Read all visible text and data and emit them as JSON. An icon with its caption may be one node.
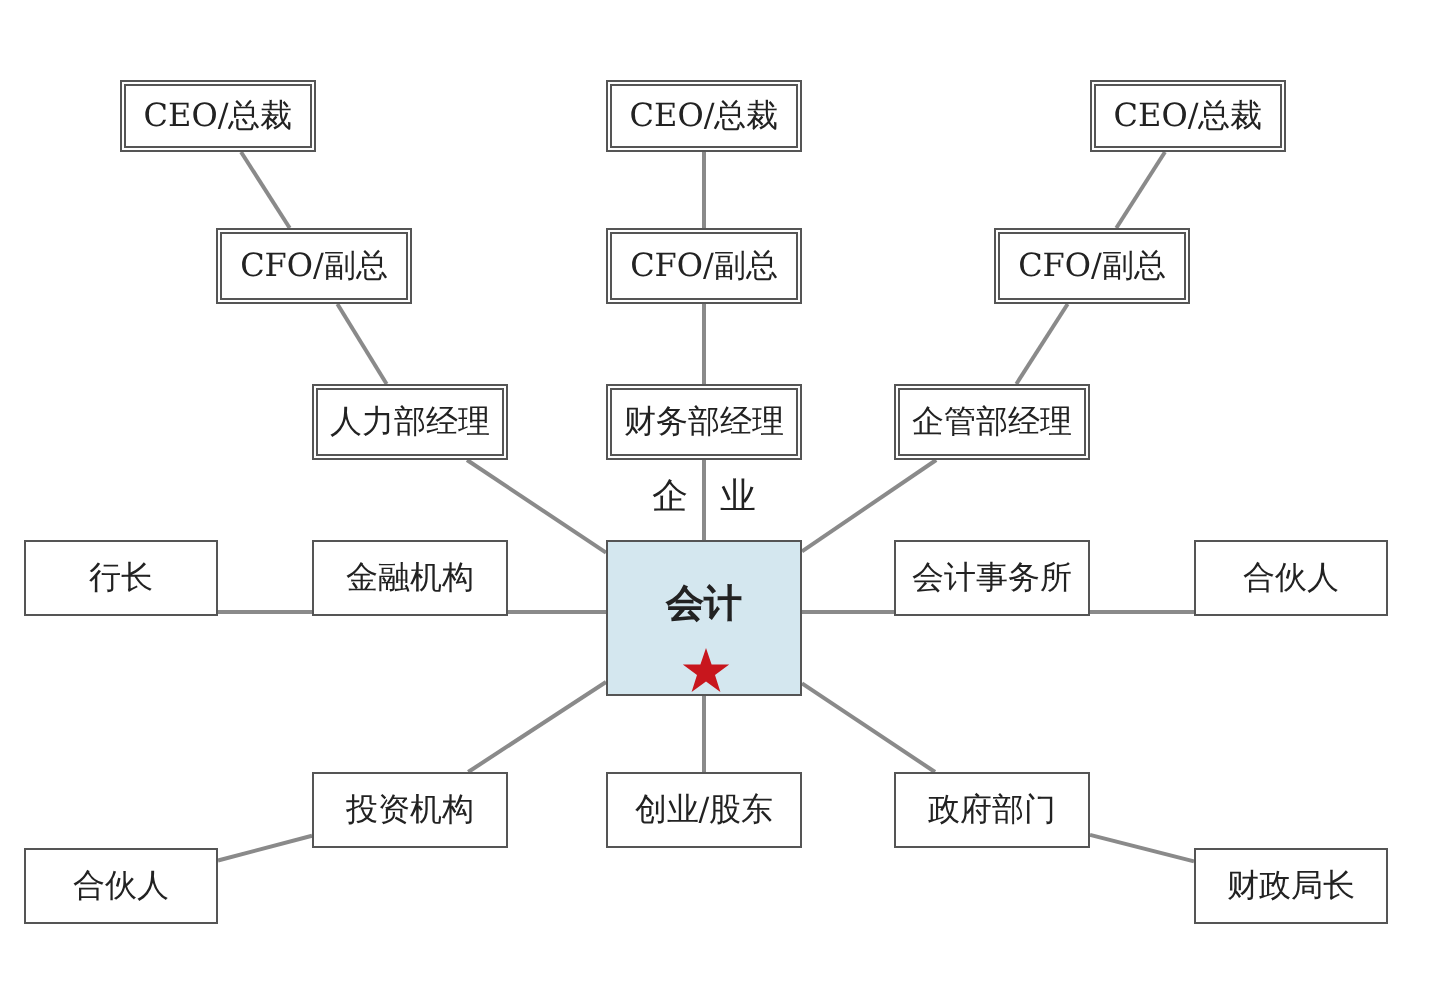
{
  "diagram": {
    "nodes": [
      {
        "text": [
          "CEO/总裁"
        ]
      },
      {
        "text": [
          "CEO/总裁"
        ]
      },
      {
        "text": [
          "CEO/总裁"
        ]
      },
      {
        "text": [
          "CFO/副总"
        ]
      },
      {
        "text": [
          "CFO/副总"
        ]
      },
      {
        "text": [
          "CFO/副总"
        ]
      },
      {
        "text": [
          "人力部经理"
        ]
      },
      {
        "text": [
          "财务部经理"
        ]
      },
      {
        "text": [
          "企管部经理"
        ]
      },
      {
        "text": [
          "会计"
        ]
      },
      {
        "text": [
          "行长"
        ]
      },
      {
        "text": [
          "金融机构"
        ]
      },
      {
        "text": [
          "会计事务所"
        ]
      },
      {
        "text": [
          "合伙人"
        ]
      },
      {
        "text": [
          "投资机构"
        ]
      },
      {
        "text": [
          "创业/股东"
        ]
      },
      {
        "text": [
          "政府部门"
        ]
      },
      {
        "text": [
          "合伙人"
        ]
      },
      {
        "text": [
          "财政局长"
        ]
      }
    ],
    "edges": [
      {
        "from": 0,
        "to": 3,
        "arrow": "none"
      },
      {
        "from": 1,
        "to": 4,
        "arrow": "none"
      },
      {
        "from": 2,
        "to": 5,
        "arrow": "none"
      },
      {
        "from": 3,
        "to": 6,
        "arrow": "none"
      },
      {
        "from": 4,
        "to": 7,
        "arrow": "none"
      },
      {
        "from": 5,
        "to": 8,
        "arrow": "none"
      },
      {
        "from": 6,
        "to": 9,
        "arrow": "none"
      },
      {
        "from": 7,
        "to": 9,
        "arrow": "none"
      },
      {
        "from": 8,
        "to": 9,
        "arrow": "none"
      },
      {
        "from": 10,
        "to": 11,
        "arrow": "none"
      },
      {
        "from": 11,
        "to": 9,
        "arrow": "none"
      },
      {
        "from": 9,
        "to": 12,
        "arrow": "none"
      },
      {
        "from": 12,
        "to": 13,
        "arrow": "none"
      },
      {
        "from": 9,
        "to": 14,
        "arrow": "none"
      },
      {
        "from": 9,
        "to": 15,
        "arrow": "none"
      },
      {
        "from": 9,
        "to": 16,
        "arrow": "none"
      },
      {
        "from": 14,
        "to": 17,
        "arrow": "none"
      },
      {
        "from": 16,
        "to": 18,
        "arrow": "none"
      }
    ],
    "labels": [
      "企业"
    ]
  }
}
